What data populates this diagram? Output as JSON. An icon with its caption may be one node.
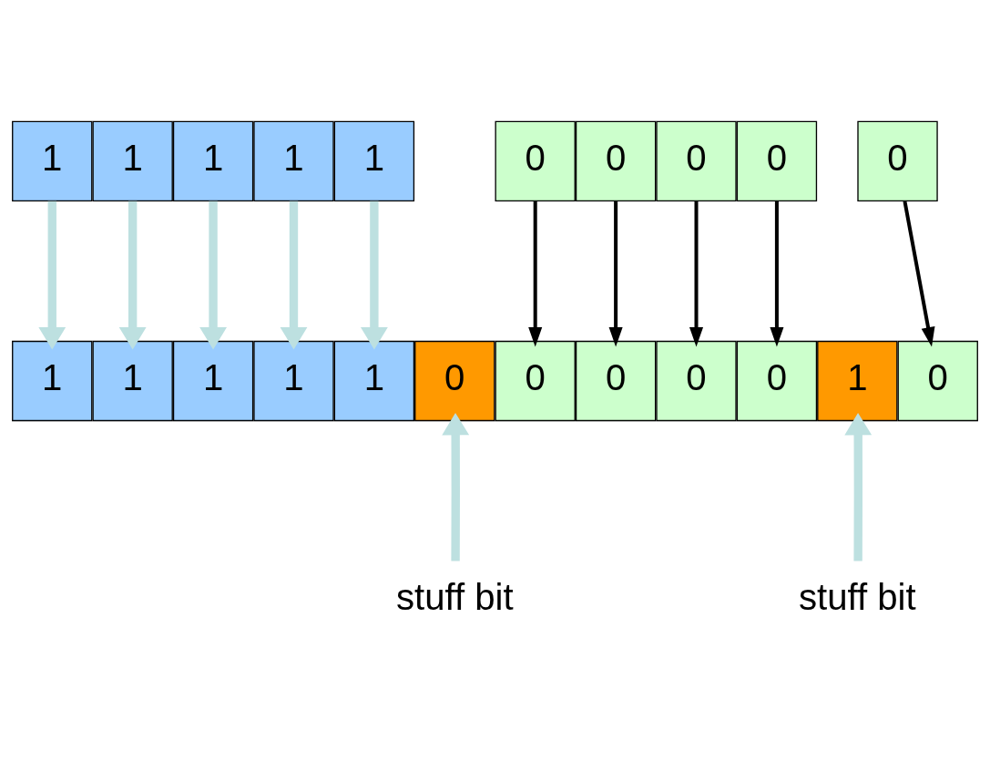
{
  "diagram": {
    "nodes": [
      {
        "text": [
          "1"
        ]
      },
      {
        "text": [
          "1"
        ]
      },
      {
        "text": [
          "1"
        ]
      },
      {
        "text": [
          "1"
        ]
      },
      {
        "text": [
          "1"
        ]
      },
      {
        "text": [
          "0"
        ]
      },
      {
        "text": [
          "0"
        ]
      },
      {
        "text": [
          "0"
        ]
      },
      {
        "text": [
          "0"
        ]
      },
      {
        "text": [
          "0"
        ]
      },
      {
        "text": [
          "1"
        ]
      },
      {
        "text": [
          "1"
        ]
      },
      {
        "text": [
          "1"
        ]
      },
      {
        "text": [
          "1"
        ]
      },
      {
        "text": [
          "1"
        ]
      },
      {
        "text": [
          "0"
        ]
      },
      {
        "text": [
          "0"
        ]
      },
      {
        "text": [
          "0"
        ]
      },
      {
        "text": [
          "0"
        ]
      },
      {
        "text": [
          "0"
        ]
      },
      {
        "text": [
          "1"
        ]
      },
      {
        "text": [
          "0"
        ]
      },
      {
        "text": [
          "stuff bit"
        ]
      },
      {
        "text": [
          "stuff bit"
        ]
      }
    ],
    "edges": [
      {
        "from": 0,
        "to": 10,
        "arrow": "to"
      },
      {
        "from": 1,
        "to": 11,
        "arrow": "to"
      },
      {
        "from": 2,
        "to": 12,
        "arrow": "to"
      },
      {
        "from": 3,
        "to": 13,
        "arrow": "to"
      },
      {
        "from": 4,
        "to": 14,
        "arrow": "to"
      },
      {
        "from": 5,
        "to": 16,
        "arrow": "to",
        "color": "#000000"
      },
      {
        "from": 6,
        "to": 17,
        "arrow": "to",
        "color": "#000000"
      },
      {
        "from": 7,
        "to": 18,
        "arrow": "to",
        "color": "#000000"
      },
      {
        "from": 8,
        "to": 19,
        "arrow": "to",
        "color": "#000000"
      },
      {
        "from": 9,
        "to": 21,
        "arrow": "to",
        "color": "#000000"
      },
      {
        "from": 22,
        "to": 15,
        "arrow": "to"
      },
      {
        "from": 23,
        "to": 20,
        "arrow": "to"
      }
    ]
  }
}
